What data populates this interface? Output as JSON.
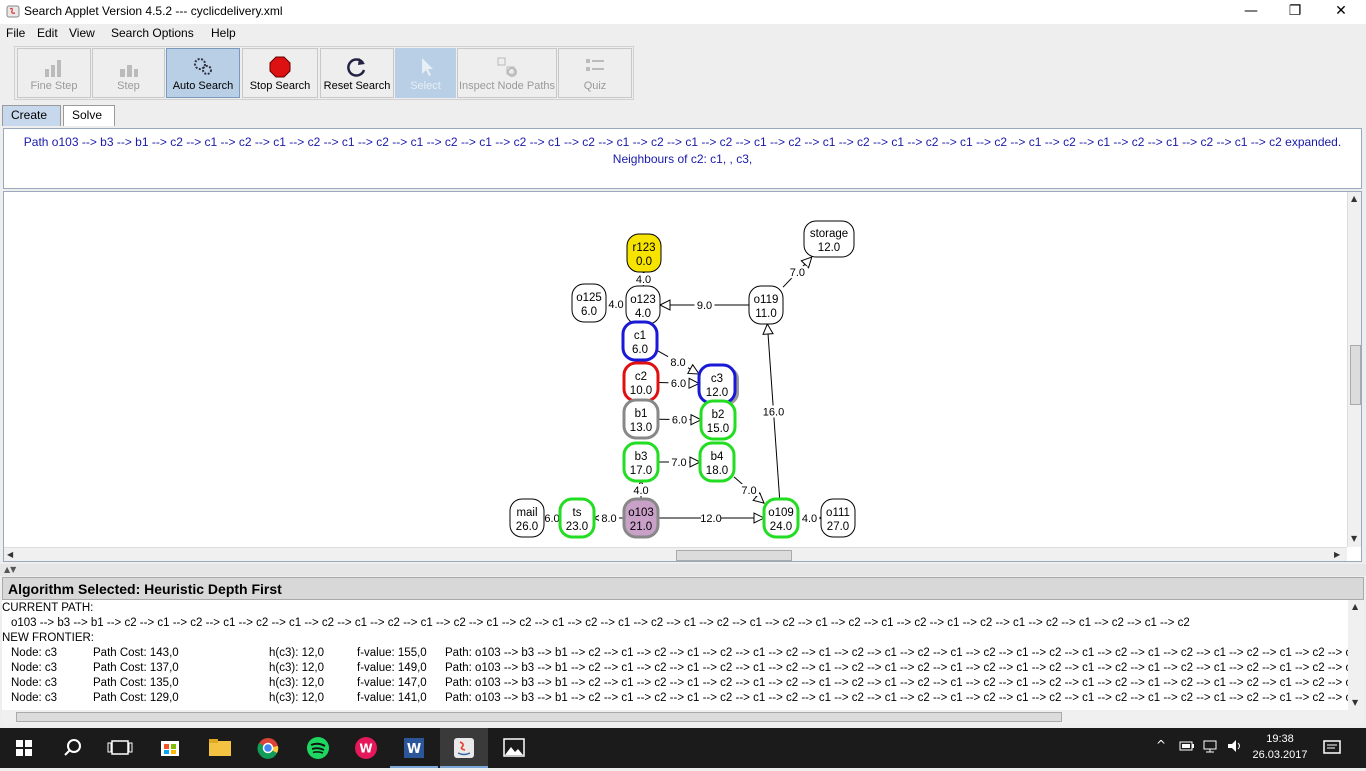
{
  "window": {
    "title": "Search Applet Version 4.5.2 --- cyclicdelivery.xml"
  },
  "menu": [
    "File",
    "Edit",
    "View",
    "Search Options",
    "Help"
  ],
  "toolbar": {
    "buttons": [
      {
        "label": "Fine Step",
        "icon": "bars-icon",
        "enabled": false
      },
      {
        "label": "Step",
        "icon": "bars-icon",
        "enabled": false
      },
      {
        "label": "Auto Search",
        "icon": "gears-icon",
        "enabled": true,
        "active": true
      },
      {
        "label": "Stop Search",
        "icon": "stop-icon",
        "enabled": true
      },
      {
        "label": "Reset Search",
        "icon": "reset-icon",
        "enabled": true
      },
      {
        "label": "Select",
        "icon": "cursor-icon",
        "enabled": false
      },
      {
        "label": "Inspect Node Paths",
        "icon": "inspect-icon",
        "enabled": false
      },
      {
        "label": "Quiz",
        "icon": "quiz-icon",
        "enabled": false
      }
    ]
  },
  "tabs": [
    "Create",
    "Solve"
  ],
  "message": {
    "line1": "Path o103 --> b3 --> b1 --> c2 --> c1 --> c2 --> c1 --> c2 --> c1 --> c2 --> c1 --> c2 --> c1 --> c2 --> c1 --> c2 --> c1 --> c2 --> c1 --> c2 --> c1 --> c2 --> c1 --> c2 --> c1 --> c2 --> c1 --> c2 --> c1 --> c2 --> c1 --> c2 --> c1 --> c2 --> c1 --> c2 expanded.",
    "line2": "Neighbours of c2:  c1, , c3,"
  },
  "graph": {
    "nodes": [
      {
        "id": "r123",
        "name": "r123",
        "h": "0.0",
        "style": "goal"
      },
      {
        "id": "storage",
        "name": "storage",
        "h": "12.0",
        "style": "plain"
      },
      {
        "id": "o125",
        "name": "o125",
        "h": "6.0",
        "style": "plain"
      },
      {
        "id": "o123",
        "name": "o123",
        "h": "4.0",
        "style": "plain"
      },
      {
        "id": "o119",
        "name": "o119",
        "h": "11.0",
        "style": "plain"
      },
      {
        "id": "c1",
        "name": "c1",
        "h": "6.0",
        "style": "blue"
      },
      {
        "id": "c2",
        "name": "c2",
        "h": "10.0",
        "style": "red"
      },
      {
        "id": "c3",
        "name": "c3",
        "h": "12.0",
        "style": "blue-shadow"
      },
      {
        "id": "b1",
        "name": "b1",
        "h": "13.0",
        "style": "gray"
      },
      {
        "id": "b2",
        "name": "b2",
        "h": "15.0",
        "style": "green"
      },
      {
        "id": "b3",
        "name": "b3",
        "h": "17.0",
        "style": "green"
      },
      {
        "id": "b4",
        "name": "b4",
        "h": "18.0",
        "style": "green"
      },
      {
        "id": "mail",
        "name": "mail",
        "h": "26.0",
        "style": "plain"
      },
      {
        "id": "ts",
        "name": "ts",
        "h": "23.0",
        "style": "green"
      },
      {
        "id": "o103",
        "name": "o103",
        "h": "21.0",
        "style": "start"
      },
      {
        "id": "o109",
        "name": "o109",
        "h": "24.0",
        "style": "green"
      },
      {
        "id": "o111",
        "name": "o111",
        "h": "27.0",
        "style": "plain"
      }
    ],
    "edges": [
      {
        "from": "o123",
        "to": "r123",
        "cost": "4.0"
      },
      {
        "from": "o125",
        "to": "o123",
        "cost": "4.0"
      },
      {
        "from": "o119",
        "to": "o123",
        "cost": "9.0"
      },
      {
        "from": "o119",
        "to": "storage",
        "cost": "7.0"
      },
      {
        "from": "c1",
        "to": "c3",
        "cost": "8.0"
      },
      {
        "from": "c2",
        "to": "c3",
        "cost": "6.0"
      },
      {
        "from": "b1",
        "to": "b2",
        "cost": "6.0"
      },
      {
        "from": "b3",
        "to": "b4",
        "cost": "7.0"
      },
      {
        "from": "b4",
        "to": "o109",
        "cost": "7.0"
      },
      {
        "from": "o109",
        "to": "o119",
        "cost": "16.0"
      },
      {
        "from": "o103",
        "to": "o109",
        "cost": "12.0"
      },
      {
        "from": "o103",
        "to": "b3",
        "cost": "4.0"
      },
      {
        "from": "ts",
        "to": "mail",
        "cost": "6.0"
      },
      {
        "from": "o103",
        "to": "ts",
        "cost": "8.0"
      },
      {
        "from": "o109",
        "to": "o111",
        "cost": "4.0"
      }
    ]
  },
  "algorithm": {
    "header": "Algorithm Selected: Heuristic Depth First",
    "current_label": "CURRENT PATH:",
    "current_path": "o103 --> b3 --> b1 --> c2 --> c1 --> c2 --> c1 --> c2 --> c1 --> c2 --> c1 --> c2 --> c1 --> c2 --> c1 --> c2 --> c1 --> c2 --> c1 --> c2 --> c1 --> c2 --> c1 --> c2 --> c1 --> c2 --> c1 --> c2 --> c1 --> c2 --> c1 --> c2 --> c1 --> c2 --> c1 --> c2",
    "frontier_label": "NEW FRONTIER:",
    "frontier": [
      {
        "node": "Node: c3",
        "cost": "Path Cost: 143,0",
        "h": "h(c3): 12,0",
        "f": "f-value: 155,0",
        "path": "Path: o103 --> b3 --> b1 --> c2 --> c1 --> c2 --> c1 --> c2 --> c1 --> c2 --> c1 --> c2 --> c1 --> c2 --> c1 --> c2 --> c1 --> c2 --> c1 --> c2 --> c1 --> c2 --> c1 --> c2 --> c1 --> c2 --> c1 --> c2 --> c1 --> c2 --> o"
      },
      {
        "node": "Node: c3",
        "cost": "Path Cost: 137,0",
        "h": "h(c3): 12,0",
        "f": "f-value: 149,0",
        "path": "Path: o103 --> b3 --> b1 --> c2 --> c1 --> c2 --> c1 --> c2 --> c1 --> c2 --> c1 --> c2 --> c1 --> c2 --> c1 --> c2 --> c1 --> c2 --> c1 --> c2 --> c1 --> c2 --> c1 --> c2 --> c1 --> c2 --> c1 --> c2 --> c1 --> c2 --> c"
      },
      {
        "node": "Node: c3",
        "cost": "Path Cost: 135,0",
        "h": "h(c3): 12,0",
        "f": "f-value: 147,0",
        "path": "Path: o103 --> b3 --> b1 --> c2 --> c1 --> c2 --> c1 --> c2 --> c1 --> c2 --> c1 --> c2 --> c1 --> c2 --> c1 --> c2 --> c1 --> c2 --> c1 --> c2 --> c1 --> c2 --> c1 --> c2 --> c1 --> c2 --> c1 --> c2 --> c1 --> c2 --> c"
      },
      {
        "node": "Node: c3",
        "cost": "Path Cost: 129,0",
        "h": "h(c3): 12,0",
        "f": "f-value: 141,0",
        "path": "Path: o103 --> b3 --> b1 --> c2 --> c1 --> c2 --> c1 --> c2 --> c1 --> c2 --> c1 --> c2 --> c1 --> c2 --> c1 --> c2 --> c1 --> c2 --> c1 --> c2 --> c1 --> c2 --> c1 --> c2 --> c1 --> c2 --> c1 --> c2 --> c1 --> c2 --> o"
      }
    ]
  },
  "taskbar": {
    "apps": [
      "start-icon",
      "search-icon",
      "task-view-icon",
      "store-icon",
      "explorer-icon",
      "chrome-icon",
      "spotify-icon",
      "w-app-icon",
      "word-icon",
      "java-icon",
      "photos-icon"
    ],
    "time": "19:38",
    "date": "26.03.2017"
  }
}
